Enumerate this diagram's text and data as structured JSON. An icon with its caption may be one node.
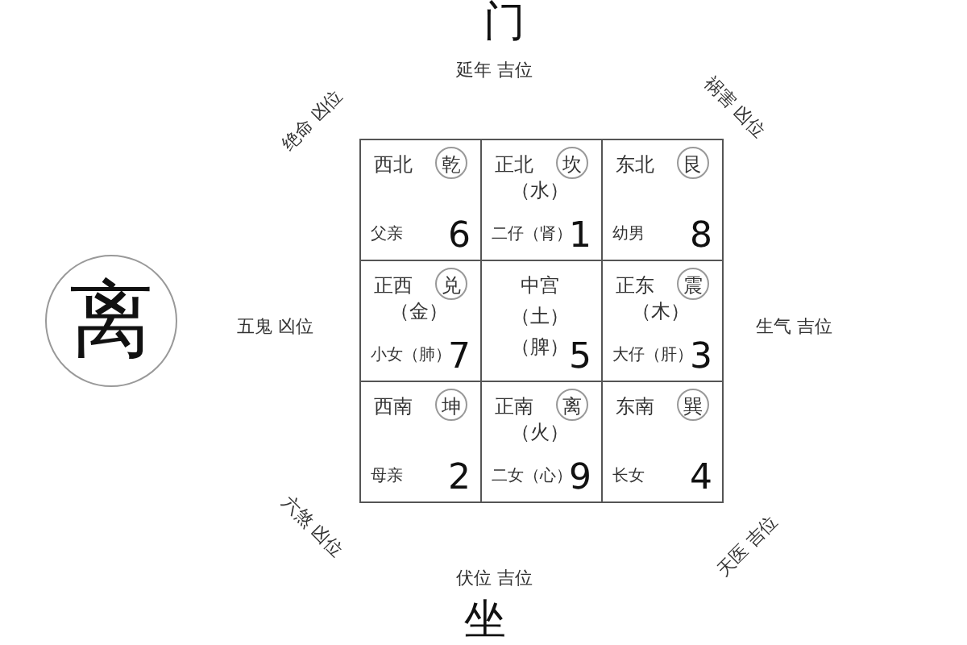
{
  "diagram": {
    "nodes": [
      {
        "text": [
          "西北",
          "乾",
          "父亲",
          "6"
        ]
      },
      {
        "text": [
          "正北",
          "坎",
          "（水）",
          "二仔（肾）",
          "1"
        ]
      },
      {
        "text": [
          "东北",
          "艮",
          "幼男",
          "8"
        ]
      },
      {
        "text": [
          "正西",
          "兑",
          "（金）",
          "小女（肺）",
          "7"
        ]
      },
      {
        "text": [
          "中宫",
          "（土）",
          "（脾）",
          "5"
        ]
      },
      {
        "text": [
          "正东",
          "震",
          "（木）",
          "大仔（肝）",
          "3"
        ]
      },
      {
        "text": [
          "西南",
          "坤",
          "母亲",
          "2"
        ]
      },
      {
        "text": [
          "正南",
          "离",
          "（火）",
          "二女（心）",
          "9"
        ]
      },
      {
        "text": [
          "东南",
          "巽",
          "长女",
          "4"
        ]
      },
      {
        "text": [
          "离"
        ]
      }
    ],
    "labels": [
      "门",
      "延年 吉位",
      "绝命 凶位",
      "祸害 凶位",
      "五鬼 凶位",
      "生气 吉位",
      "六煞 凶位",
      "天医 吉位",
      "伏位 吉位",
      "坐"
    ]
  }
}
